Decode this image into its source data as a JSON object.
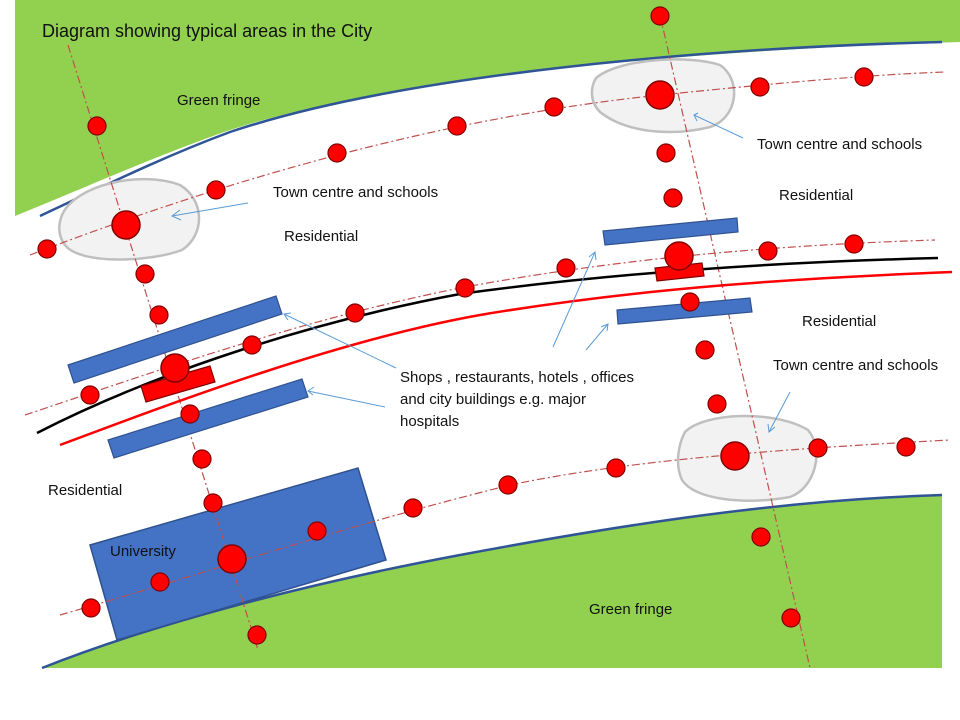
{
  "title": "Diagram showing typical areas in the City",
  "labels": {
    "green_fringe_top": "Green fringe",
    "green_fringe_bottom": "Green fringe",
    "town_centre_left": "Town centre and schools",
    "town_centre_right_top": "Town centre and schools",
    "town_centre_right_bottom": "Town centre and schools",
    "residential_1": "Residential",
    "residential_2": "Residential",
    "residential_3": "Residential",
    "residential_4": "Residential",
    "shops_line1": "Shops , restaurants, hotels , offices",
    "shops_line2": "and city buildings e.g. major",
    "shops_line3": "hospitals",
    "university": "University"
  },
  "colors": {
    "green": "#92d050",
    "green_edge": "#2f5597",
    "blue_block": "#4472c4",
    "blue_block_edge": "#2f528f",
    "red": "#ff0000",
    "dot_edge": "#7f0000",
    "grey_zone": "#f2f2f2",
    "grey_zone_edge": "#bfbfbf",
    "dashed_line": "#c0504d",
    "arrow": "#5b9bd5"
  }
}
